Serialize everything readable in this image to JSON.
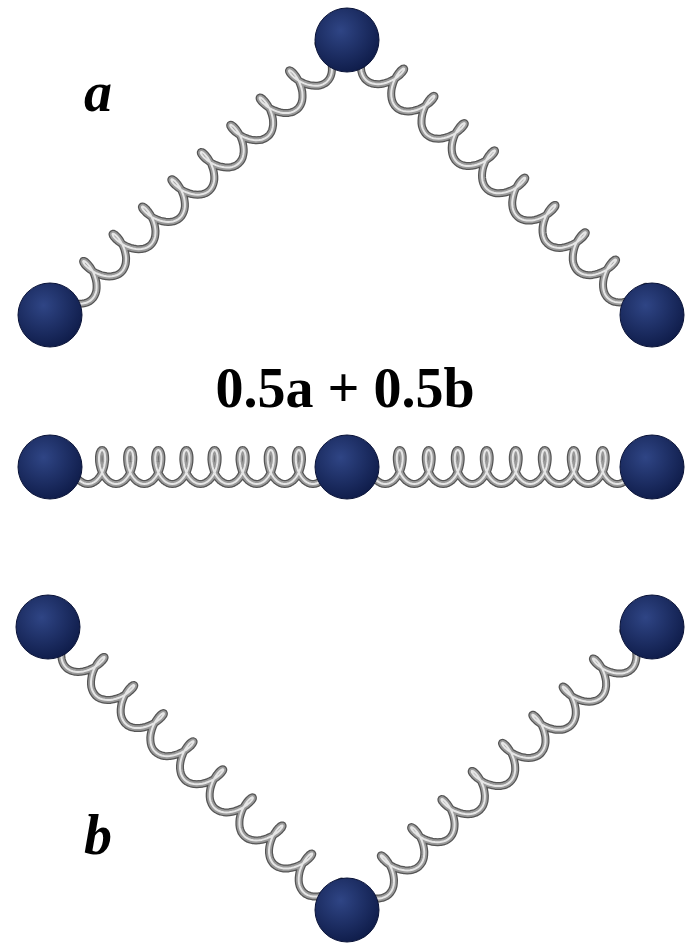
{
  "diagram": {
    "labels": [
      "a",
      "0.5a + 0.5b",
      "b"
    ]
  }
}
